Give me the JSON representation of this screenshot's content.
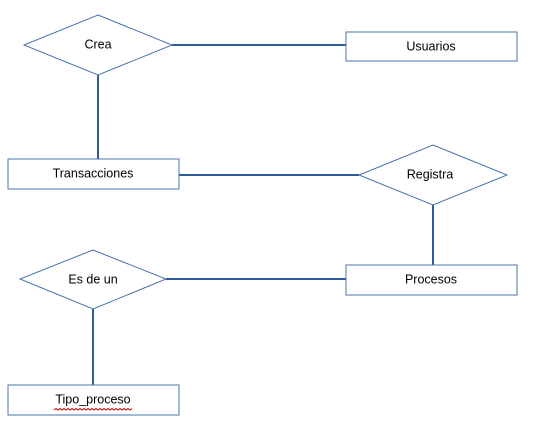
{
  "diagram": {
    "relationships": {
      "crea": "Crea",
      "registra": "Registra",
      "es_de_un": "Es de un"
    },
    "entities": {
      "usuarios": "Usuarios",
      "transacciones": "Transacciones",
      "procesos": "Procesos",
      "tipo_proceso": "Tipo_proceso"
    }
  },
  "colors": {
    "shape_border": "#4a73ad",
    "connector": "#2e5c99",
    "spellcheck_underline": "#d00000"
  }
}
